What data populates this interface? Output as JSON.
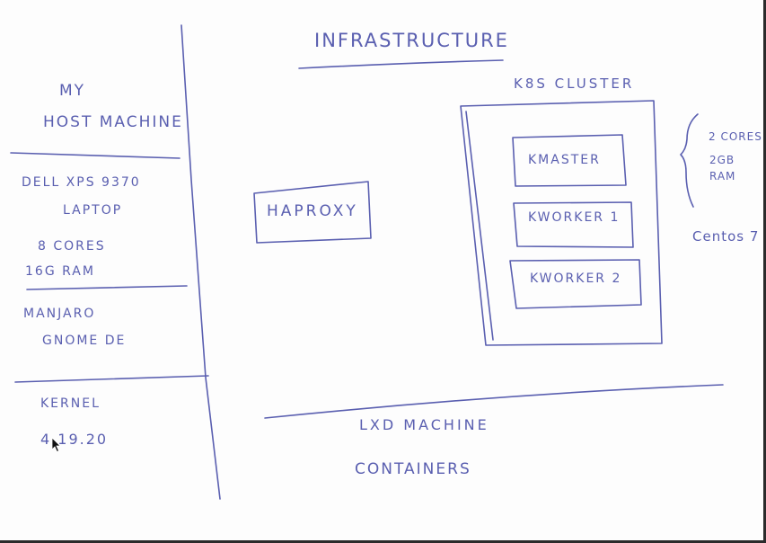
{
  "colors": {
    "ink": "#5a5fb0",
    "paper": "#fdfdfd",
    "frame": "#2b2b2b"
  },
  "title": "INFRASTRUCTURE",
  "host": {
    "heading_line1": "MY",
    "heading_line2": "HOST MACHINE",
    "model": "DELL XPS 9370",
    "type": "LAPTOP",
    "cores": "8 CORES",
    "ram": "16G RAM",
    "os": "MANJARO",
    "desktop": "GNOME DE",
    "kernel_label": "KERNEL",
    "kernel_version": "4.19.20"
  },
  "haproxy": {
    "label": "HAPROXY"
  },
  "cluster": {
    "label": "K8S CLUSTER",
    "nodes": [
      "KMASTER",
      "KWORKER 1",
      "KWORKER 2"
    ],
    "spec_cores": "2 CORES",
    "spec_ram_line1": "2GB",
    "spec_ram_line2": "RAM",
    "os": "Centos 7"
  },
  "lxd": {
    "line1": "LXD MACHINE",
    "line2": "CONTAINERS"
  },
  "icons": {
    "cursor": "mouse-pointer-icon"
  }
}
